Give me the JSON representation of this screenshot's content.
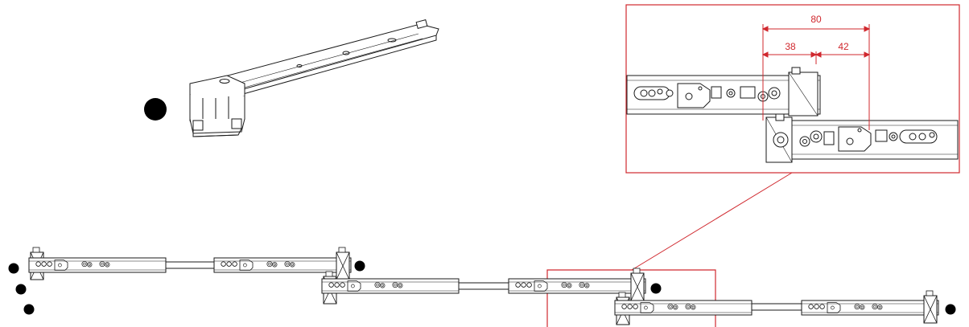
{
  "drawing": {
    "detail_dimensions": {
      "total": "80",
      "left": "38",
      "right": "42"
    },
    "colors": {
      "line": "#1a1a1a",
      "dimension": "#d0282e",
      "bullet": "#000000"
    },
    "icons": [
      "bullet-dot-icon",
      "latch-bracket-icon",
      "rail-assembly-icon"
    ]
  }
}
